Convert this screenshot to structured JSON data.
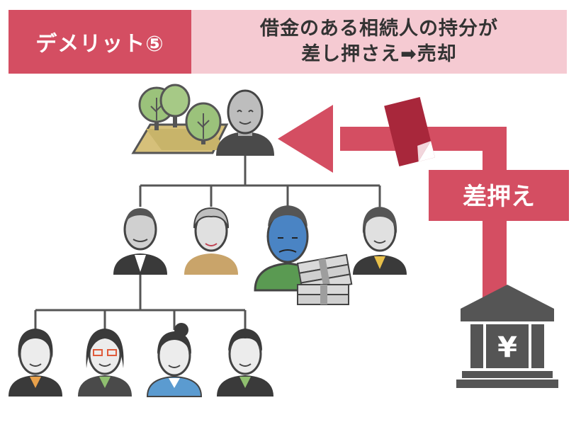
{
  "header": {
    "badge": "デメリット⑤",
    "title_line1": "借金のある相続人の持分が",
    "title_line2": "差し押さえ➡売却"
  },
  "diagram": {
    "seizure_label": "差押え",
    "bank_symbol": "¥"
  },
  "colors": {
    "accent": "#d44e62",
    "accent_light": "#f5cad2",
    "dark": "#444444",
    "tree_green": "#8ab56a",
    "indebted_face": "#4a84c4"
  }
}
